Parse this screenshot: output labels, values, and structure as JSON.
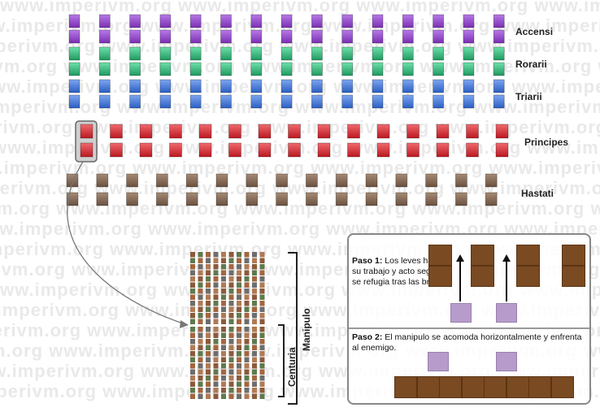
{
  "watermark_text": "www.imperivm.org",
  "labels": {
    "accensi": "Accensi",
    "rorarii": "Rorarii",
    "triarii": "Triarii",
    "principes": "Principes",
    "hastati": "Hastati",
    "manipulo": "Manipulo",
    "centuria": "Centuria"
  },
  "steps": {
    "paso1_prefix": "Paso 1:",
    "paso1_text": " Los leves hacen su trabajo y acto seguido se refugia tras las brechas",
    "paso2_prefix": "Paso 2:",
    "paso2_text": " El manipulo se acomoda horizontalmente y enfrenta al enemigo."
  },
  "colors": {
    "accensi": "#8a3fc4",
    "rorarii": "#2fae72",
    "triarii": "#3a6fd0",
    "principes": "#d0262e",
    "hastati": "#7d6350",
    "brown_block": "#7a4a22",
    "lilac_block": "#b79ccb"
  },
  "counts": {
    "columns": 15
  }
}
